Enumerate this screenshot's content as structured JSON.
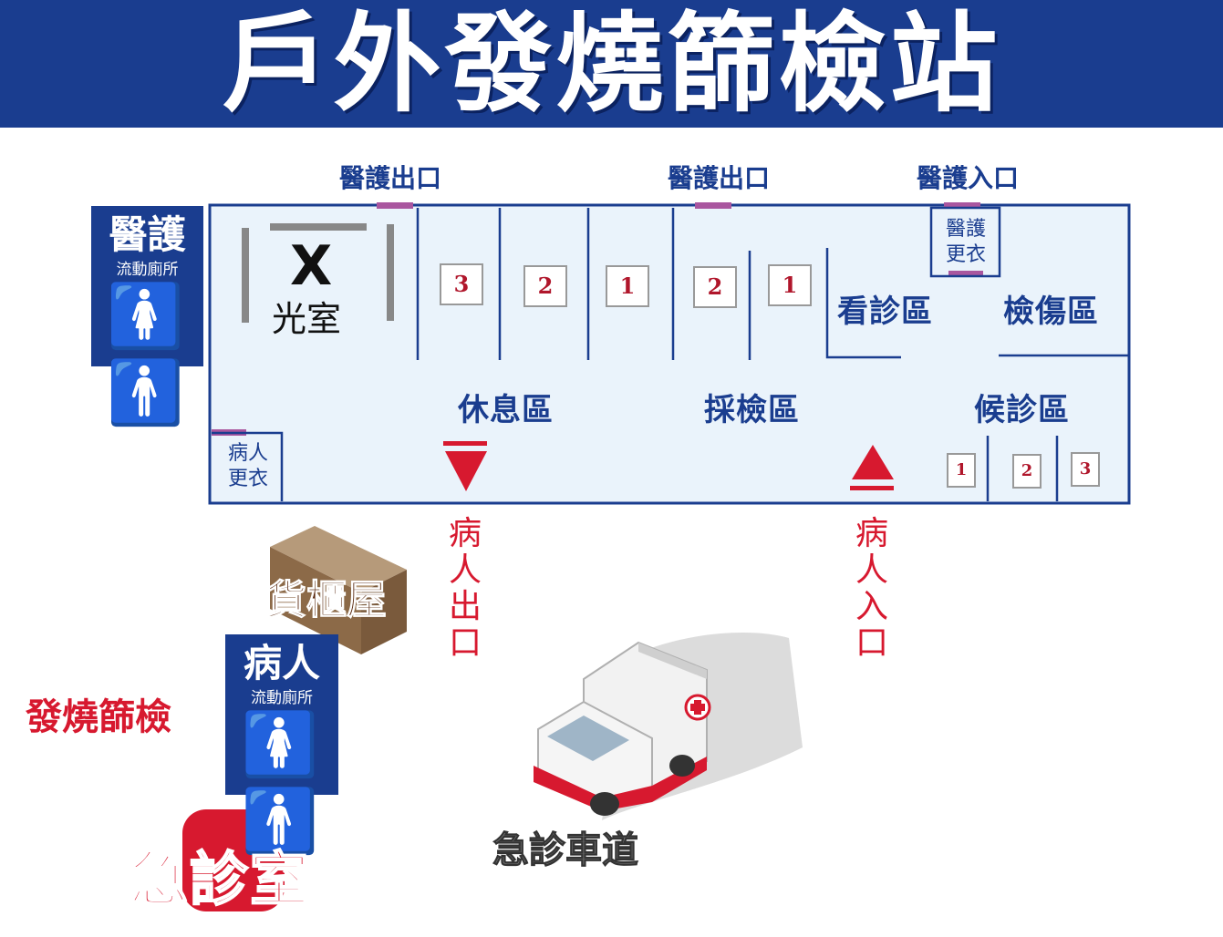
{
  "title": "戶外發燒篩檢站",
  "doors": {
    "staff_exit_1": "醫護出口",
    "staff_exit_2": "醫護出口",
    "staff_entrance": "醫護入口"
  },
  "rooms": {
    "xray_x": "X",
    "xray_rest": "光室",
    "staff_changing": [
      "醫護",
      "更衣"
    ],
    "patient_changing": [
      "病人",
      "更衣"
    ]
  },
  "zones": {
    "consult": "看診區",
    "triage": "檢傷區",
    "rest": "休息區",
    "sampling": "採檢區",
    "waiting": "候診區"
  },
  "booths": {
    "rest_group": [
      "3",
      "2",
      "1"
    ],
    "sampling_group": [
      "2",
      "1"
    ],
    "waiting_group": [
      "1",
      "2",
      "3"
    ]
  },
  "flow": {
    "patient_exit": "病人出口",
    "patient_entrance": "病人入口"
  },
  "toilets": {
    "staff_title": "醫護",
    "staff_subtitle": "流動廁所",
    "patient_title": "病人",
    "patient_subtitle": "流動廁所"
  },
  "container_label": "貨櫃屋",
  "fever_screening_label": "發燒篩檢",
  "er_label": "急診室",
  "ambulance_lane_label": "急診車道",
  "colors": {
    "navy": "#1a3d8f",
    "red": "#d7192f",
    "purple_door": "#a9569f",
    "floor": "#eaf3fb"
  }
}
